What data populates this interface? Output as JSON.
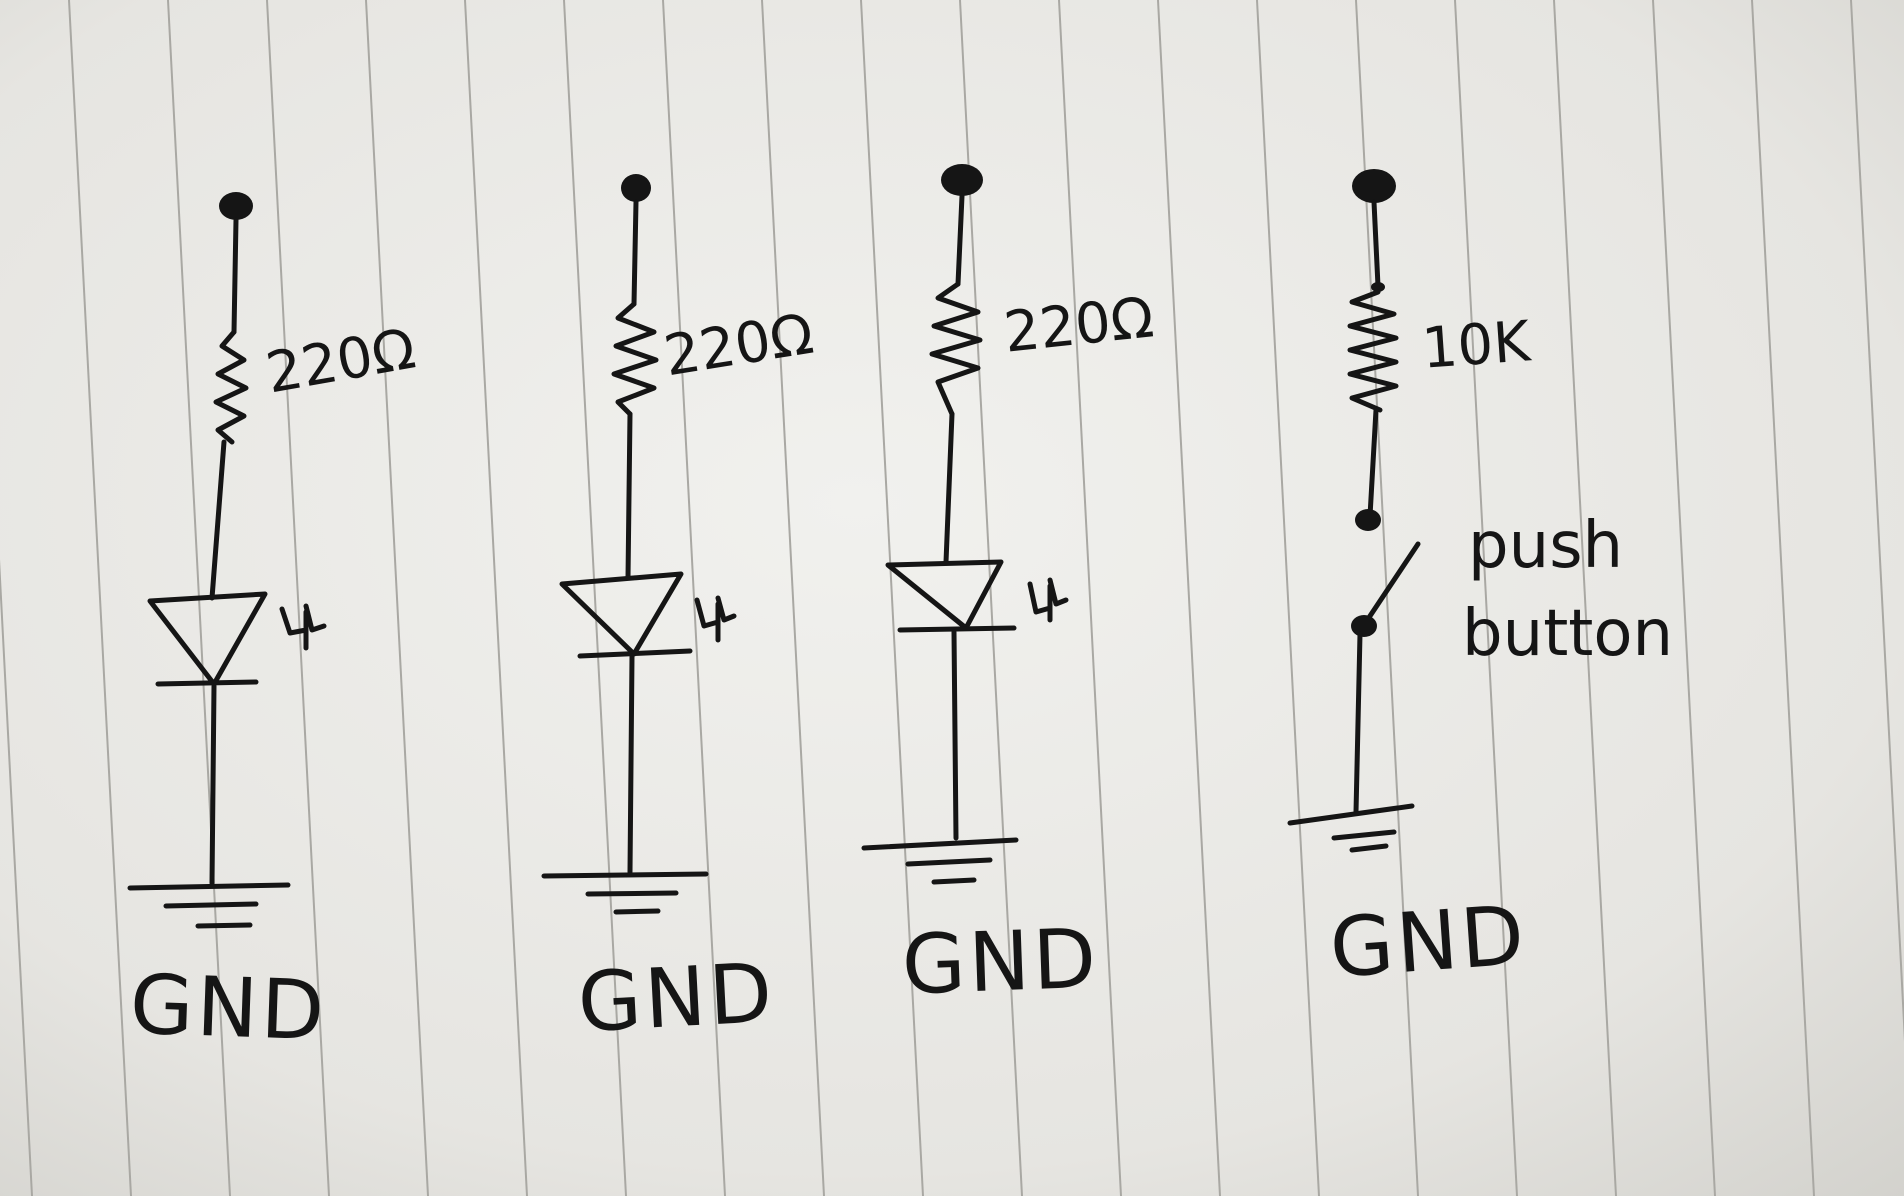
{
  "circuits": [
    {
      "component": "resistor",
      "resistor_label": "220Ω",
      "device": "led",
      "ground_label": "GND"
    },
    {
      "component": "resistor",
      "resistor_label": "220Ω",
      "device": "led",
      "ground_label": "GND"
    },
    {
      "component": "resistor",
      "resistor_label": "220Ω",
      "device": "led",
      "ground_label": "GND"
    },
    {
      "component": "resistor",
      "resistor_label": "10K",
      "device": "push-button-switch",
      "device_label_lines": [
        "push",
        "button"
      ],
      "ground_label": "GND"
    }
  ],
  "colors": {
    "ink": "#151515",
    "paper": "#ededea",
    "rule": "#a9a8a3"
  }
}
